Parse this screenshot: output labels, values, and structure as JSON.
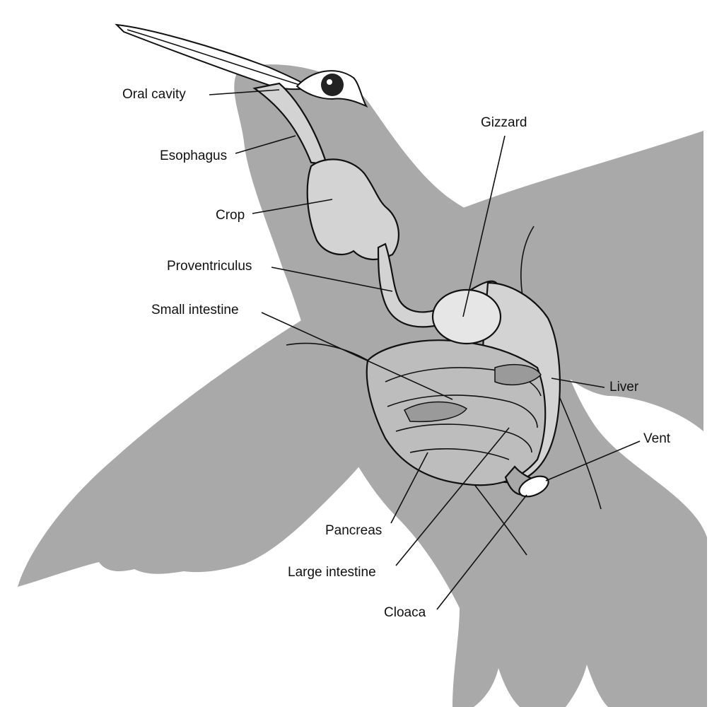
{
  "colors": {
    "silhouette": "#a9a9a9",
    "organ_fill": "#d3d3d3",
    "organ_dark": "#6f6f6f",
    "ink": "#111111",
    "background": "#ffffff"
  },
  "labels": {
    "oral_cavity": "Oral cavity",
    "esophagus": "Esophagus",
    "crop": "Crop",
    "proventriculus": "Proventriculus",
    "small_intestine": "Small intestine",
    "gizzard": "Gizzard",
    "liver": "Liver",
    "vent": "Vent",
    "pancreas": "Pancreas",
    "large_intestine": "Large intestine",
    "cloaca": "Cloaca"
  }
}
